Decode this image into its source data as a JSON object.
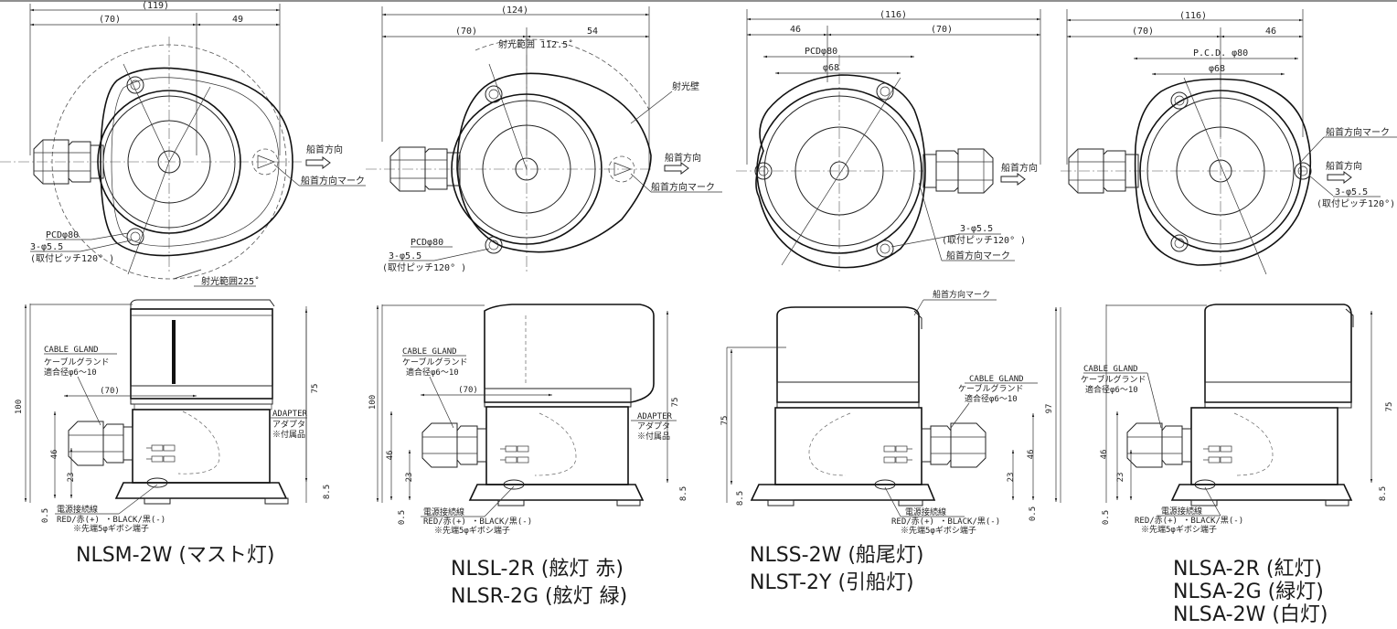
{
  "common": {
    "pcd80": "PCDφ80",
    "pcd80_alt": "P.C.D. φ80",
    "phi68": "φ68",
    "holes": "3-φ5.5",
    "pitch": "(取付ピッチ120° )",
    "bow_direction": "船首方向",
    "bow_mark": "船首方向マーク",
    "cable_gland": "CABLE GLAND",
    "gland_jp": "ケーブルグランド",
    "gland_dia": "適合径φ6～10",
    "adapter": "ADAPTER",
    "adapter_jp": "アダプタ",
    "accessory": "※付属品",
    "power_wire": "電源接続線",
    "wire_colors": "RED/赤(+) ・BLACK/黒(-)",
    "terminal": "※先端5φギボシ端子"
  },
  "panels": [
    {
      "dims": {
        "total": "(119)",
        "left": "(70)",
        "right": "49",
        "h100": "100",
        "h75": "75",
        "h46": "46",
        "h23": "23",
        "h05": "0.5",
        "h85": "8.5",
        "gland70": "(70)"
      },
      "arc": "射光範囲225˚",
      "captions": [
        "NLSM-2W (マスト灯)"
      ]
    },
    {
      "dims": {
        "total": "(124)",
        "left": "(70)",
        "right": "54",
        "h100": "100",
        "h75": "75",
        "h46": "46",
        "h23": "23",
        "h05": "0.5",
        "h85": "8.5",
        "gland70": "(70)"
      },
      "arc": "射光範囲 112.5˚",
      "wall": "射光壁",
      "captions": [
        "NLSL-2R (舷灯 赤)",
        "NLSR-2G (舷灯 緑)"
      ]
    },
    {
      "dims": {
        "total": "(116)",
        "left": "46",
        "right": "(70)",
        "h97": "97",
        "h75": "75",
        "h46": "46",
        "h23": "23",
        "h05": "0.5",
        "h85": "8.5"
      },
      "pitch": "(取付ピッチ120° )",
      "captions": [
        "NLSS-2W (船尾灯)",
        "NLST-2Y (引船灯)"
      ]
    },
    {
      "dims": {
        "total": "(116)",
        "left": "(70)",
        "right": "46",
        "h75": "75",
        "h46": "46",
        "h23": "23",
        "h05": "0.5",
        "h85": "8.5"
      },
      "pitch": "(取付ピッチ120°)",
      "captions": [
        "NLSA-2R (紅灯)",
        "NLSA-2G (緑灯)",
        "NLSA-2W (白灯)"
      ]
    }
  ]
}
